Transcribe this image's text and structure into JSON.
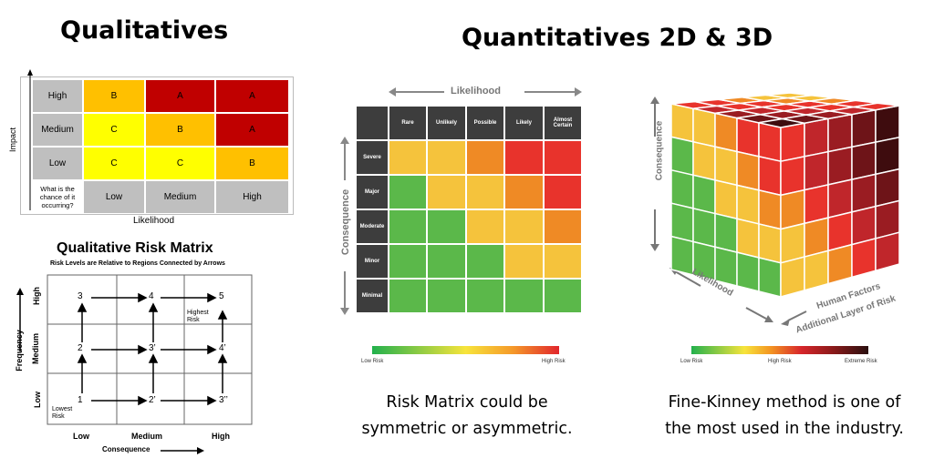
{
  "titles": {
    "qualitatives": "Qualitatives",
    "quantitatives": "Quantitatives 2D & 3D"
  },
  "qualitative_matrix": {
    "y_axis": "Impact",
    "x_axis": "Likelihood",
    "rows": [
      {
        "label": "High",
        "cells": [
          "B",
          "A",
          "A"
        ],
        "colors": [
          "orange",
          "red",
          "red"
        ]
      },
      {
        "label": "Medium",
        "cells": [
          "C",
          "B",
          "A"
        ],
        "colors": [
          "yellow",
          "orange",
          "red"
        ]
      },
      {
        "label": "Low",
        "cells": [
          "C",
          "C",
          "B"
        ],
        "colors": [
          "yellow",
          "yellow",
          "orange"
        ]
      }
    ],
    "corner": "What is the chance of it occurring?",
    "columns": [
      "Low",
      "Medium",
      "High"
    ]
  },
  "risk_matrix_2": {
    "title": "Qualitative Risk Matrix",
    "subtitle": "Risk Levels are Relative to Regions Connected by Arrows",
    "y_axis": "Frequency",
    "x_axis": "Consequence",
    "rows": [
      "High",
      "Medium",
      "Low"
    ],
    "columns": [
      "Low",
      "Medium",
      "High"
    ],
    "nodes": {
      "n3": "3",
      "n4": "4",
      "n5": "5",
      "n2": "2",
      "n3p": "3’",
      "n4p": "4’",
      "n1": "1",
      "n2p": "2’",
      "n3pp": "3’’"
    },
    "highest": "Highest Risk",
    "lowest": "Lowest Risk"
  },
  "matrix_2d": {
    "x_axis": "Likelihood",
    "y_axis": "Consequence",
    "columns": [
      "Rare",
      "Unlikely",
      "Possible",
      "Likely",
      "Almost Certain"
    ],
    "rows": [
      "Severe",
      "Major",
      "Moderate",
      "Minor",
      "Minimal"
    ],
    "grid_colors": [
      [
        "#f5c33c",
        "#f5c33c",
        "#ef8a25",
        "#e8332c",
        "#e8332c"
      ],
      [
        "#5bb84a",
        "#f5c33c",
        "#f5c33c",
        "#ef8a25",
        "#e8332c"
      ],
      [
        "#5bb84a",
        "#5bb84a",
        "#f5c33c",
        "#f5c33c",
        "#ef8a25"
      ],
      [
        "#5bb84a",
        "#5bb84a",
        "#5bb84a",
        "#f5c33c",
        "#f5c33c"
      ],
      [
        "#5bb84a",
        "#5bb84a",
        "#5bb84a",
        "#5bb84a",
        "#5bb84a"
      ]
    ],
    "scale_low": "Low Risk",
    "scale_high": "High Risk"
  },
  "cube": {
    "y_axis": "Consequence",
    "x_axis": "Likelihood",
    "z_axis_1": "Human Factors",
    "z_axis_2": "Additional Layer of Risk",
    "scale_labels": [
      "Low Risk",
      "High Risk",
      "Extreme Risk"
    ]
  },
  "captions": {
    "left": [
      "Risk Matrix could be",
      "symmetric or asymmetric."
    ],
    "right": [
      "Fine-Kinney method is one of",
      "the most used in the industry."
    ]
  }
}
